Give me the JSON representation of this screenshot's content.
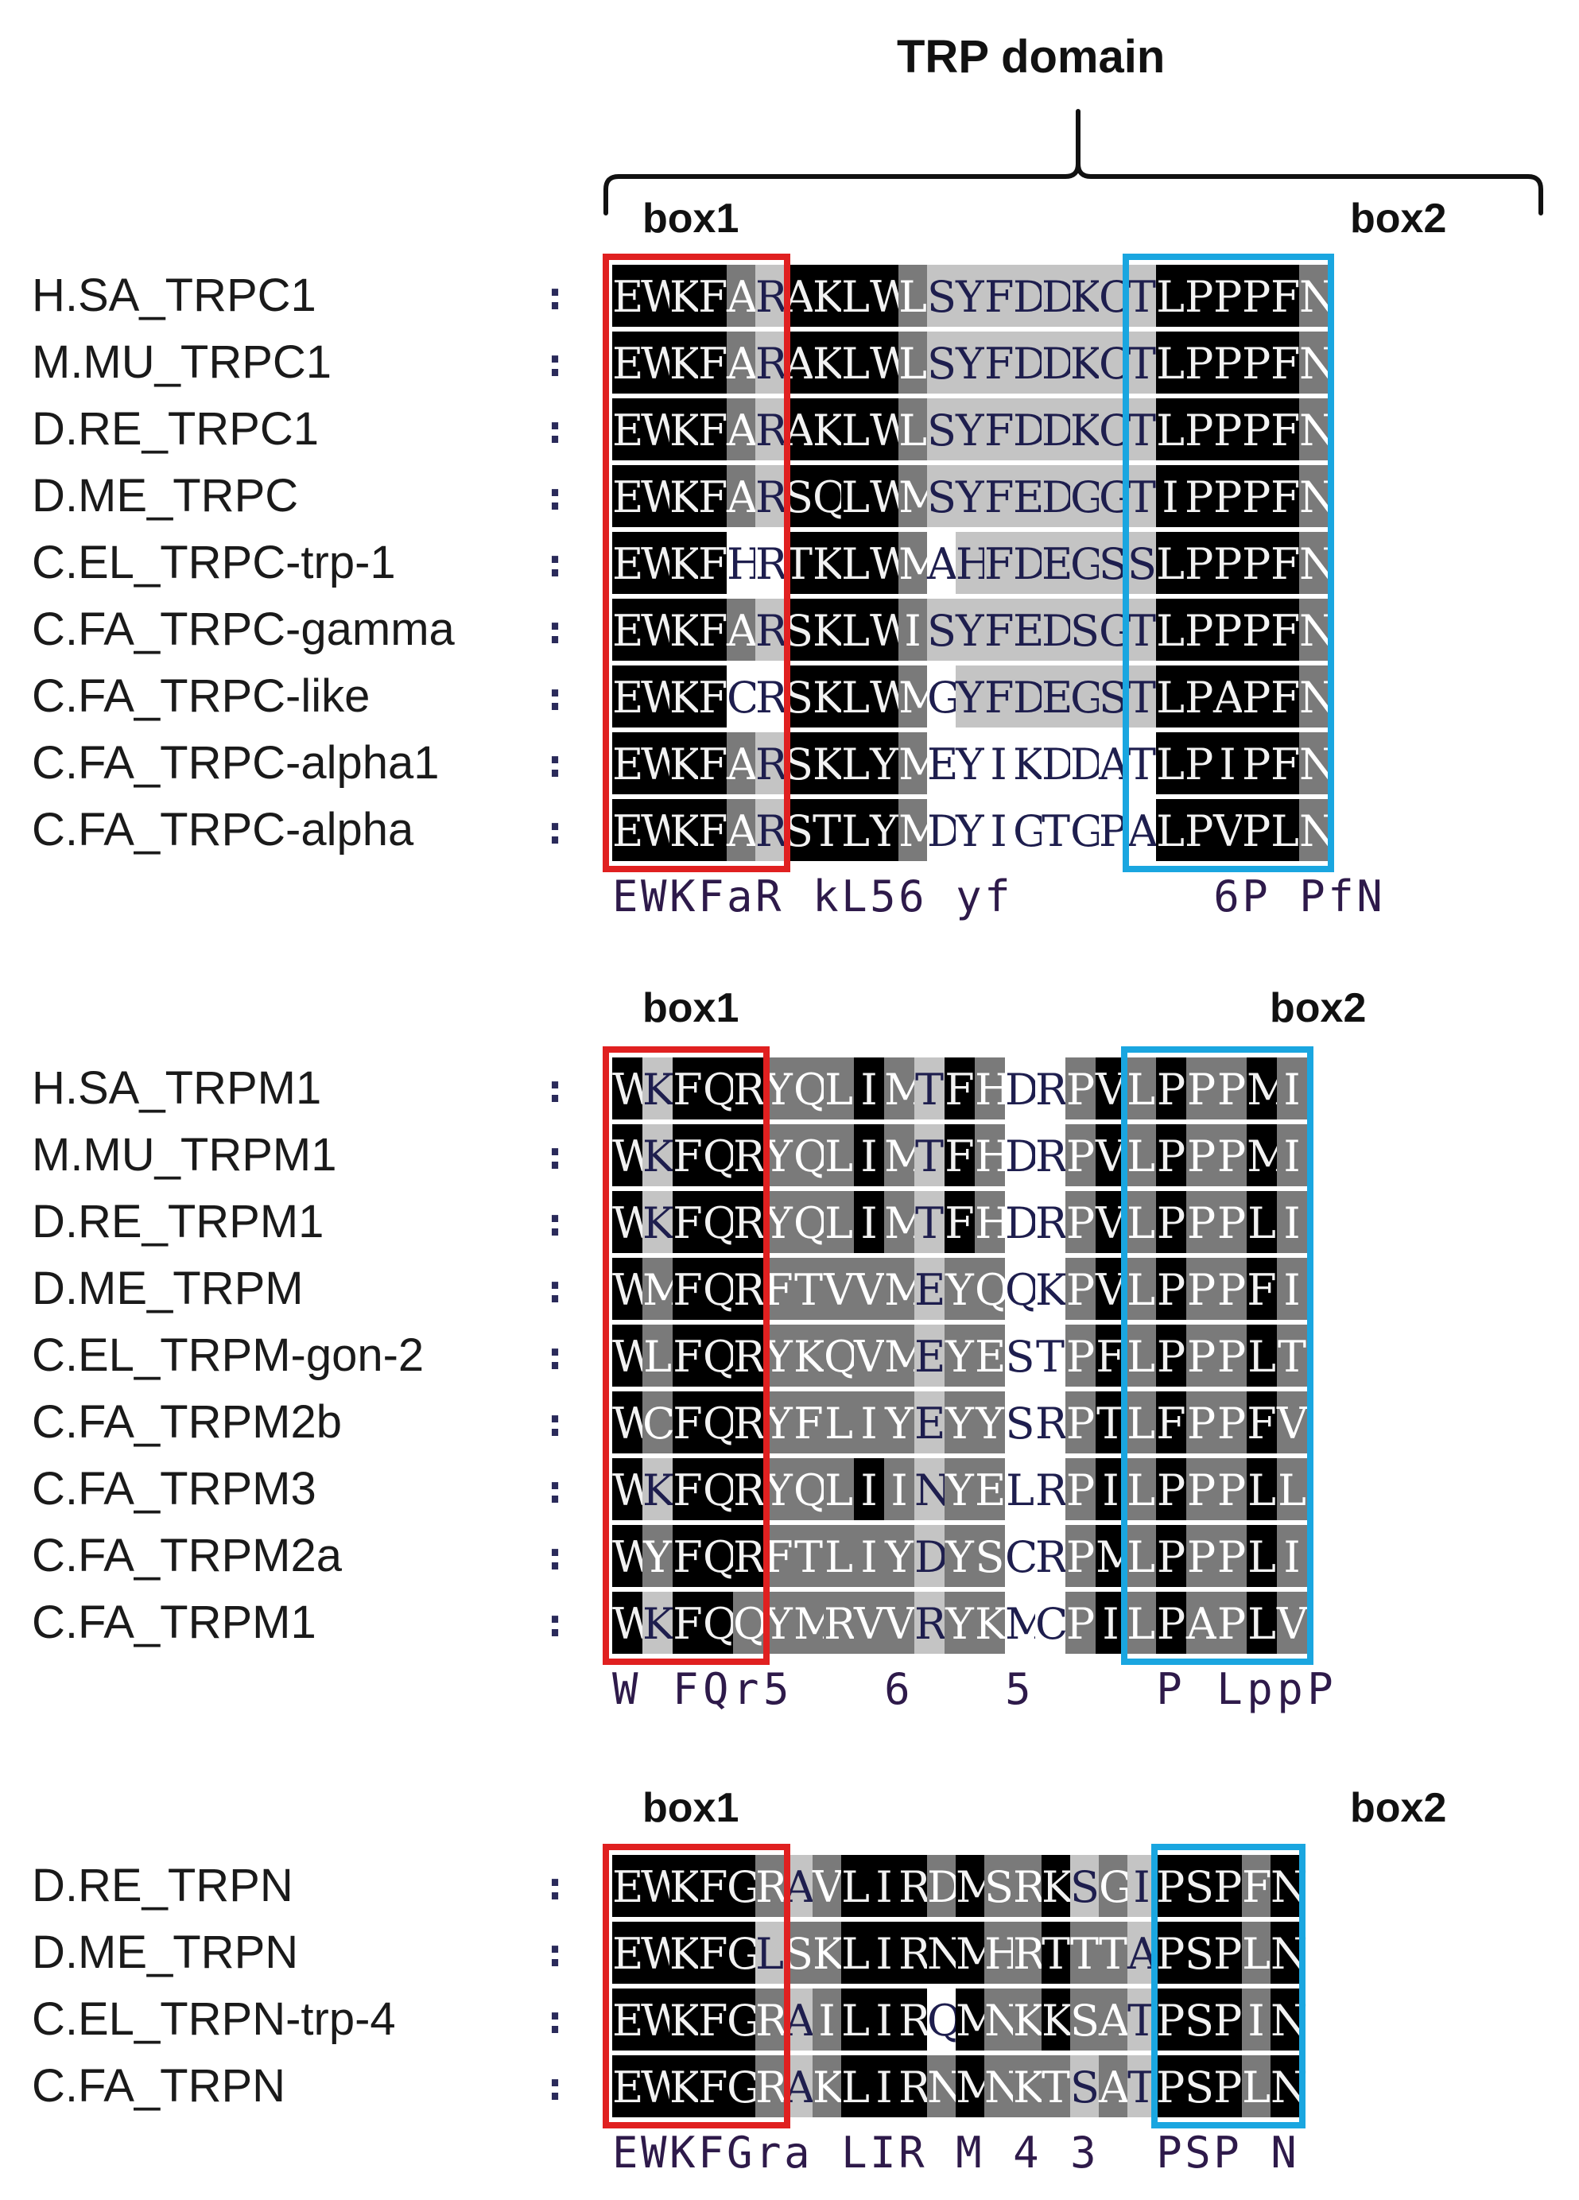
{
  "title": "TRP domain",
  "colors": {
    "box1": "#e02020",
    "box2": "#1aa6e0",
    "level3": "#000000",
    "level2": "#7a7a7a",
    "level1": "#c4c4c4",
    "level0": "#ffffff"
  },
  "panels": [
    {
      "box1_label": "box1",
      "box2_label": "box2",
      "rows": [
        {
          "name": "H.SA_TRPC1",
          "colon": ":",
          "residues": "EWKFARAKLWLSYFDDKCTLPPPFN"
        },
        {
          "name": "M.MU_TRPC1",
          "colon": ":",
          "residues": "EWKFARAKLWLSYFDDKCTLPPPFN"
        },
        {
          "name": "D.RE_TRPC1",
          "colon": ":",
          "residues": "EWKFARAKLWLSYFDDKCTLPPPFN"
        },
        {
          "name": "D.ME_TRPC",
          "colon": ":",
          "residues": "EWKFARSQLWMSYFEDGGTIPPPFN"
        },
        {
          "name": "C.EL_TRPC-trp-1",
          "colon": ":",
          "residues": "EWKFHRTKLWMAHFDEGSSLPPPFN"
        },
        {
          "name": "C.FA_TRPC-gamma",
          "colon": ":",
          "residues": "EWKFARSKLWISYFEDSGTLPPPFN"
        },
        {
          "name": "C.FA_TRPC-like",
          "colon": ":",
          "residues": "EWKFCRSKLWMGYFDEGSTLPAPFN"
        },
        {
          "name": "C.FA_TRPC-alpha1",
          "colon": ":",
          "residues": "EWKFARSKLYMEYIKDDATLPIPFN"
        },
        {
          "name": "C.FA_TRPC-alpha",
          "colon": ":",
          "residues": "EWKFARSTLYMDYIGTGPALPVPLN"
        }
      ],
      "shading": [
        "3333213333211111111333332",
        "3333213333211111111333332",
        "3333213333211111111333332",
        "3333213333211111111333332",
        "3333003333201111111333332",
        "3333213333211111111333332",
        "3333003333201111111333332",
        "3333213333200000000333332",
        "3333213333200000000333332"
      ],
      "consensus": "EWKFaR kL56 yf       6P PfN"
    },
    {
      "box1_label": "box1",
      "box2_label": "box2",
      "rows": [
        {
          "name": "H.SA_TRPM1",
          "colon": ":",
          "residues": "WKFQRYQLIMTFHDRPVLPPPMI"
        },
        {
          "name": "M.MU_TRPM1",
          "colon": ":",
          "residues": "WKFQRYQLIMTFHDRPVLPPPMI"
        },
        {
          "name": "D.RE_TRPM1",
          "colon": ":",
          "residues": "WKFQRYQLIMTFHDRPVLPPPLI"
        },
        {
          "name": "D.ME_TRPM",
          "colon": ":",
          "residues": "WMFQRFTVVMEYQQKPVLPPPFI"
        },
        {
          "name": "C.EL_TRPM-gon-2",
          "colon": ":",
          "residues": "WLFQRYKQVMEYESTPFLPPPLT"
        },
        {
          "name": "C.FA_TRPM2b",
          "colon": ":",
          "residues": "WCFQRYFLIYEYYSRPTLFPPFV"
        },
        {
          "name": "C.FA_TRPM3",
          "colon": ":",
          "residues": "WKFQRYQLIINYELRPILPPPLL"
        },
        {
          "name": "C.FA_TRPM2a",
          "colon": ":",
          "residues": "WYFQRFTLIYDYSCRPMLPPPLI"
        },
        {
          "name": "C.FA_TRPM1",
          "colon": ":",
          "residues": "WKFQQYMRVVRYKMCPILPAPLV"
        }
      ],
      "shading": [
        "31333222321320023232232",
        "31333222321320023232232",
        "31333222321320023232232",
        "32333222221220023232232",
        "32333222221220023232232",
        "32333222221220023232232",
        "31333222321220023232232",
        "32333222221220023232232",
        "31332222221220023232232"
      ],
      "consensus": "W FQr5   6   5    P LppP"
    },
    {
      "box1_label": "box1",
      "box2_label": "box2",
      "rows": [
        {
          "name": "D.RE_TRPN",
          "colon": ":",
          "residues": "EWKFGRAVLIRDMSRKSGIPSPFN"
        },
        {
          "name": "D.ME_TRPN",
          "colon": ":",
          "residues": "EWKFGLSKLIRNMHRTTTAPSPLN"
        },
        {
          "name": "C.EL_TRPN-trp-4",
          "colon": ":",
          "residues": "EWKFGRAILIRQMNKKSATPSPIN"
        },
        {
          "name": "C.FA_TRPN",
          "colon": ":",
          "residues": "EWKFGRAKLIRNMNKTSATPSPLN"
        }
      ],
      "shading": [
        "333332123332322312133323",
        "333331223333322322133323",
        "333332123330322322133323",
        "333332123332322212133323"
      ],
      "consensus": "EWKFGra LIR M 4 3  PSP N"
    }
  ]
}
